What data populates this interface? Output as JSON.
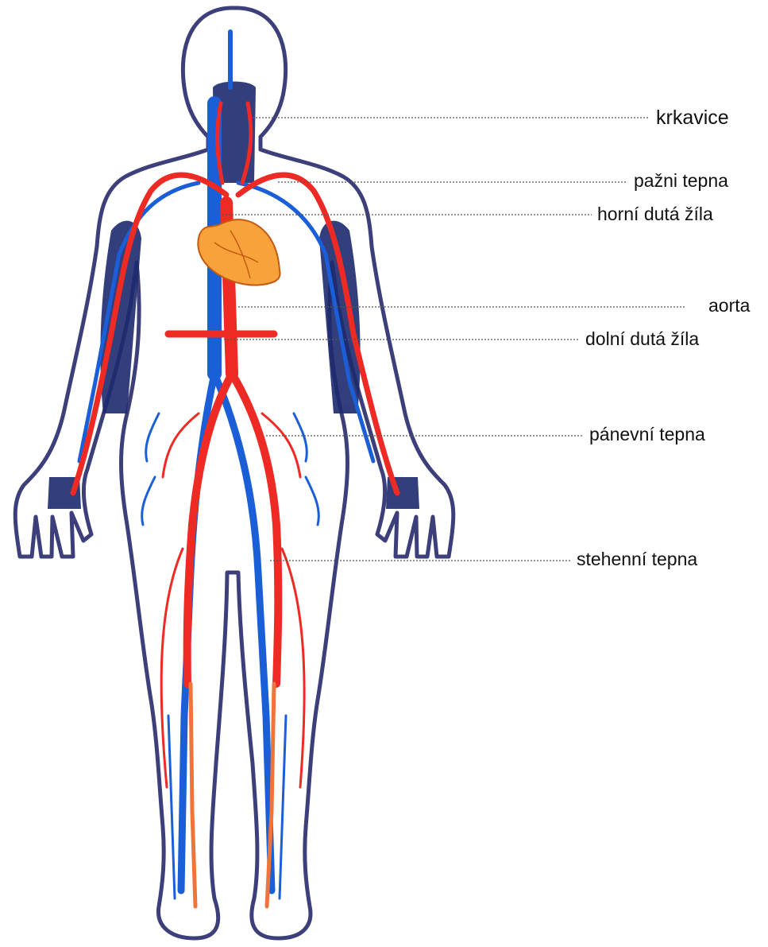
{
  "labels": {
    "carotid": "krkavice",
    "brachial_artery": "pažni tepna",
    "superior_vena_cava": "horní dutá žíla",
    "aorta": "aorta",
    "inferior_vena_cava": "dolní dutá žíla",
    "iliac_artery": "pánevní tepna",
    "femoral_artery": "stehenní tepna"
  },
  "colors": {
    "artery": "#ee2a24",
    "artery_light": "#f0743a",
    "vein": "#1a5fd8",
    "deep_vein": "#1c2a6e",
    "heart": "#f7a23a",
    "outline": "#3d3f7a"
  }
}
